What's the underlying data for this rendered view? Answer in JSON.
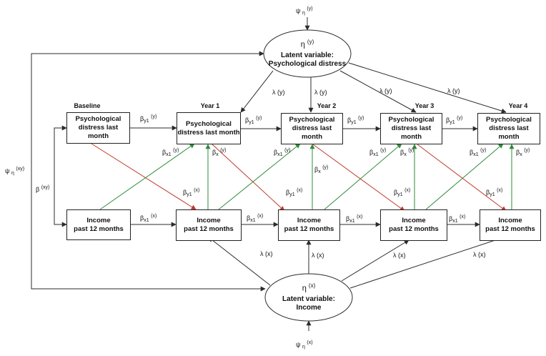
{
  "columns": [
    "Baseline",
    "Year 1",
    "Year 2",
    "Year 3",
    "Year 4"
  ],
  "boxes": {
    "distress": [
      "Psychological",
      "distress last month"
    ],
    "income": [
      "Income",
      "past 12 months"
    ]
  },
  "latent_distress": {
    "symbol": "η",
    "superscript": "(y)",
    "label": [
      "Latent variable:",
      "Psychological distress"
    ],
    "psi": {
      "symbol": "ψ",
      "sub": "η",
      "sup": "(y)"
    }
  },
  "latent_income": {
    "symbol": "η",
    "superscript": "(x)",
    "label": [
      "Latent variable:",
      "Income"
    ],
    "psi": {
      "symbol": "ψ",
      "sub": "η",
      "sup": "(x)"
    }
  },
  "psi_cov": {
    "symbol": "ψ",
    "sub": "η",
    "sup": "(xy)"
  },
  "beta_xy": {
    "symbol": "β",
    "sup": "(xy)"
  },
  "labels": {
    "lambda_y": "λ (y)",
    "lambda_x": "λ (x)",
    "beta": "β",
    "y1": "y1",
    "x1": "x1",
    "x": "x",
    "sup_y": "(y)",
    "sup_x": "(x)"
  },
  "colors": {
    "line": "#2b2b2b",
    "cross_lag_red": "#c0392b",
    "cross_lag_green": "#2e8b3a"
  }
}
